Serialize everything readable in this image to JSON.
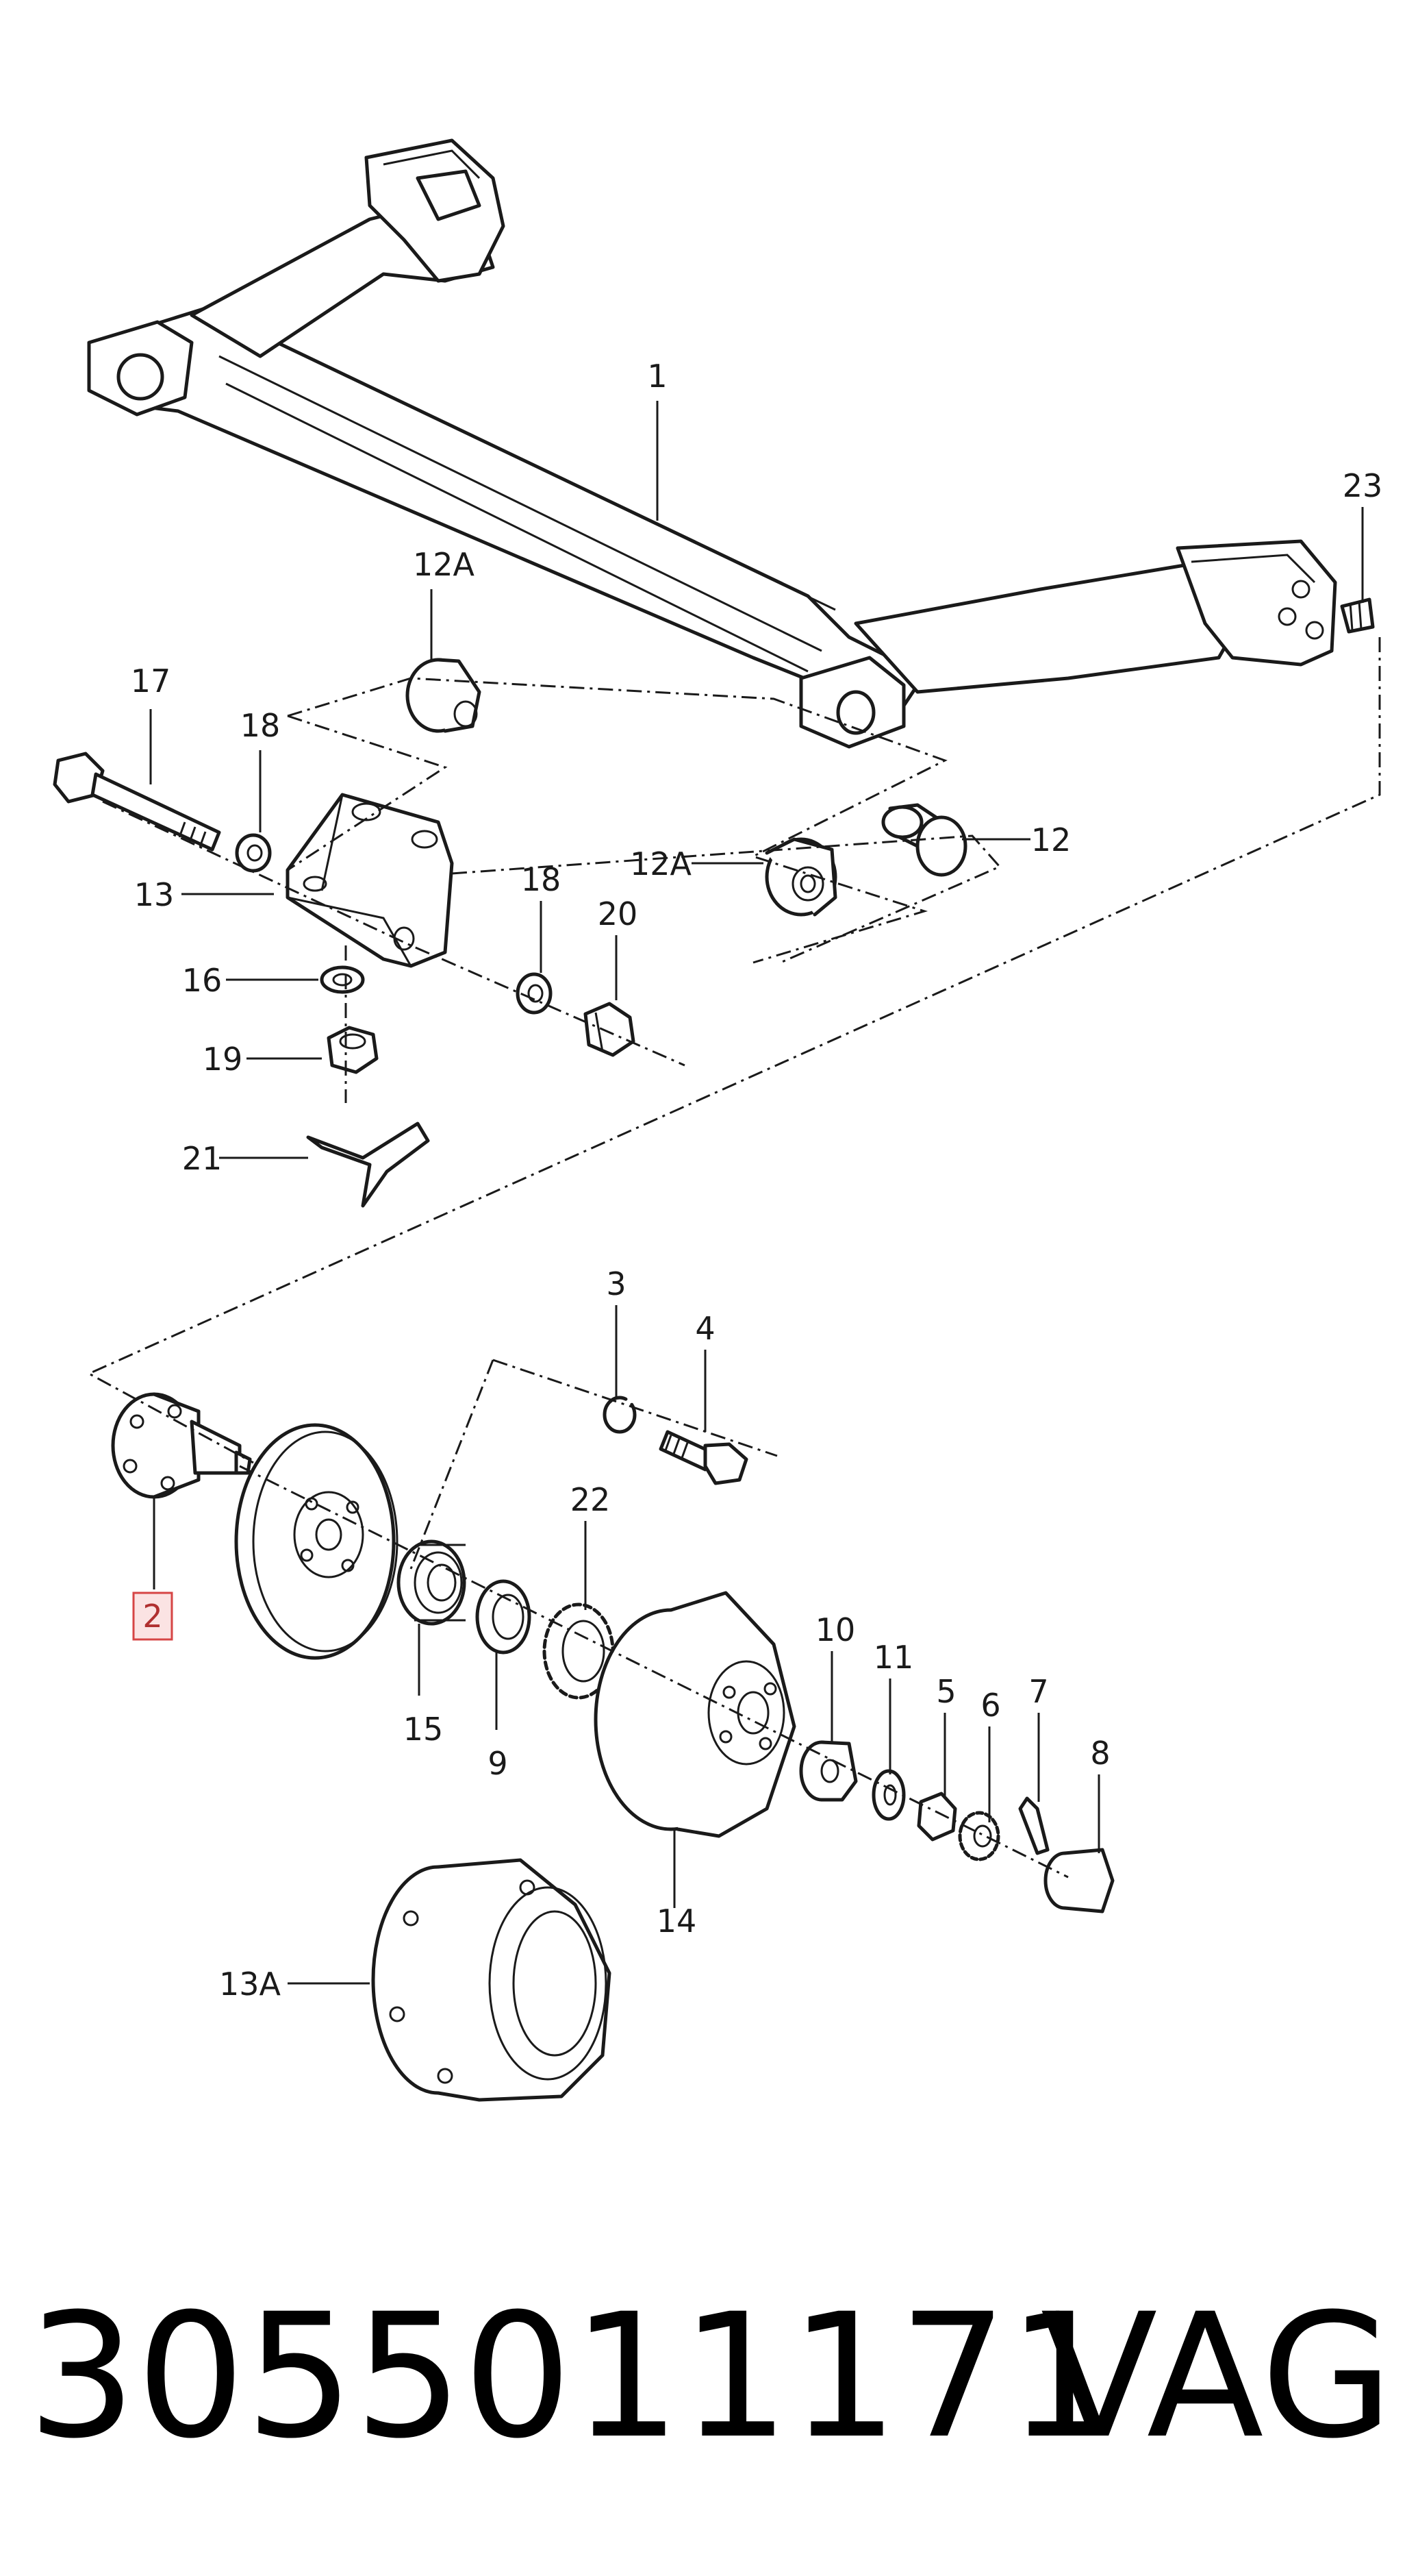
{
  "callouts": {
    "c1": "1",
    "c2": "2",
    "c3": "3",
    "c4": "4",
    "c5": "5",
    "c6": "6",
    "c7": "7",
    "c8": "8",
    "c9": "9",
    "c10": "10",
    "c11": "11",
    "c12": "12",
    "c12a_top": "12A",
    "c12a_mid": "12A",
    "c13": "13",
    "c13a": "13A",
    "c14": "14",
    "c15": "15",
    "c16": "16",
    "c17": "17",
    "c18_left": "18",
    "c18_right": "18",
    "c19": "19",
    "c20": "20",
    "c21": "21",
    "c22": "22",
    "c23": "23"
  },
  "highlighted_part": "2",
  "footer": {
    "part_number": "3055011171",
    "brand": "VAG"
  },
  "colors": {
    "highlight_fill": "#fbe3e3",
    "highlight_stroke": "#d64545",
    "line": "#1a1a1a"
  }
}
